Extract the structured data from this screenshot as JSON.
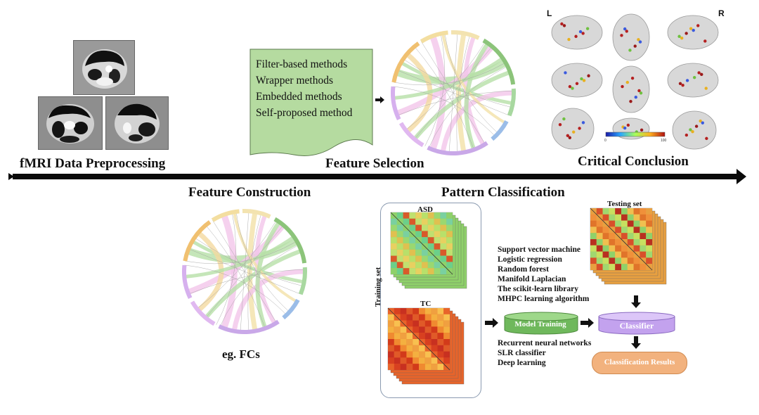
{
  "stages": {
    "preprocessing": "fMRI Data Preprocessing",
    "selection": "Feature Selection",
    "conclusion": "Critical Conclusion",
    "construction": "Feature Construction",
    "classification": "Pattern Classification"
  },
  "selection_methods": [
    "Filter-based methods",
    "Wrapper methods",
    "Embedded methods",
    "Self-proposed method"
  ],
  "construction_caption": "eg. FCs",
  "brain_view_labels": {
    "left": "L",
    "right": "R"
  },
  "colorbar": {
    "min": "0",
    "max": "100"
  },
  "classification": {
    "training_label": "Training set",
    "asd_label": "ASD",
    "tc_label": "TC",
    "testing_label": "Testing set",
    "methods_top": [
      "Support vector machine",
      "Logistic regression",
      "Random forest",
      "Manifold Laplacian",
      "The scikit-learn library",
      "MHPC learning algorithm"
    ],
    "methods_bottom": [
      "Recurrent neural networks",
      "SLR classifier",
      "Deep learning"
    ],
    "model_training": "Model Training",
    "classifier": "Classifier",
    "results": "Classification Results"
  },
  "colors": {
    "note_fill": "#b5dba0",
    "model_training": "#7ec46a",
    "classifier": "#c8a8ee",
    "results": "#f2b27e",
    "timeline": "#0a0a0a",
    "asd_matrix": "#8fd16a",
    "tc_matrix": "#e8642a"
  }
}
